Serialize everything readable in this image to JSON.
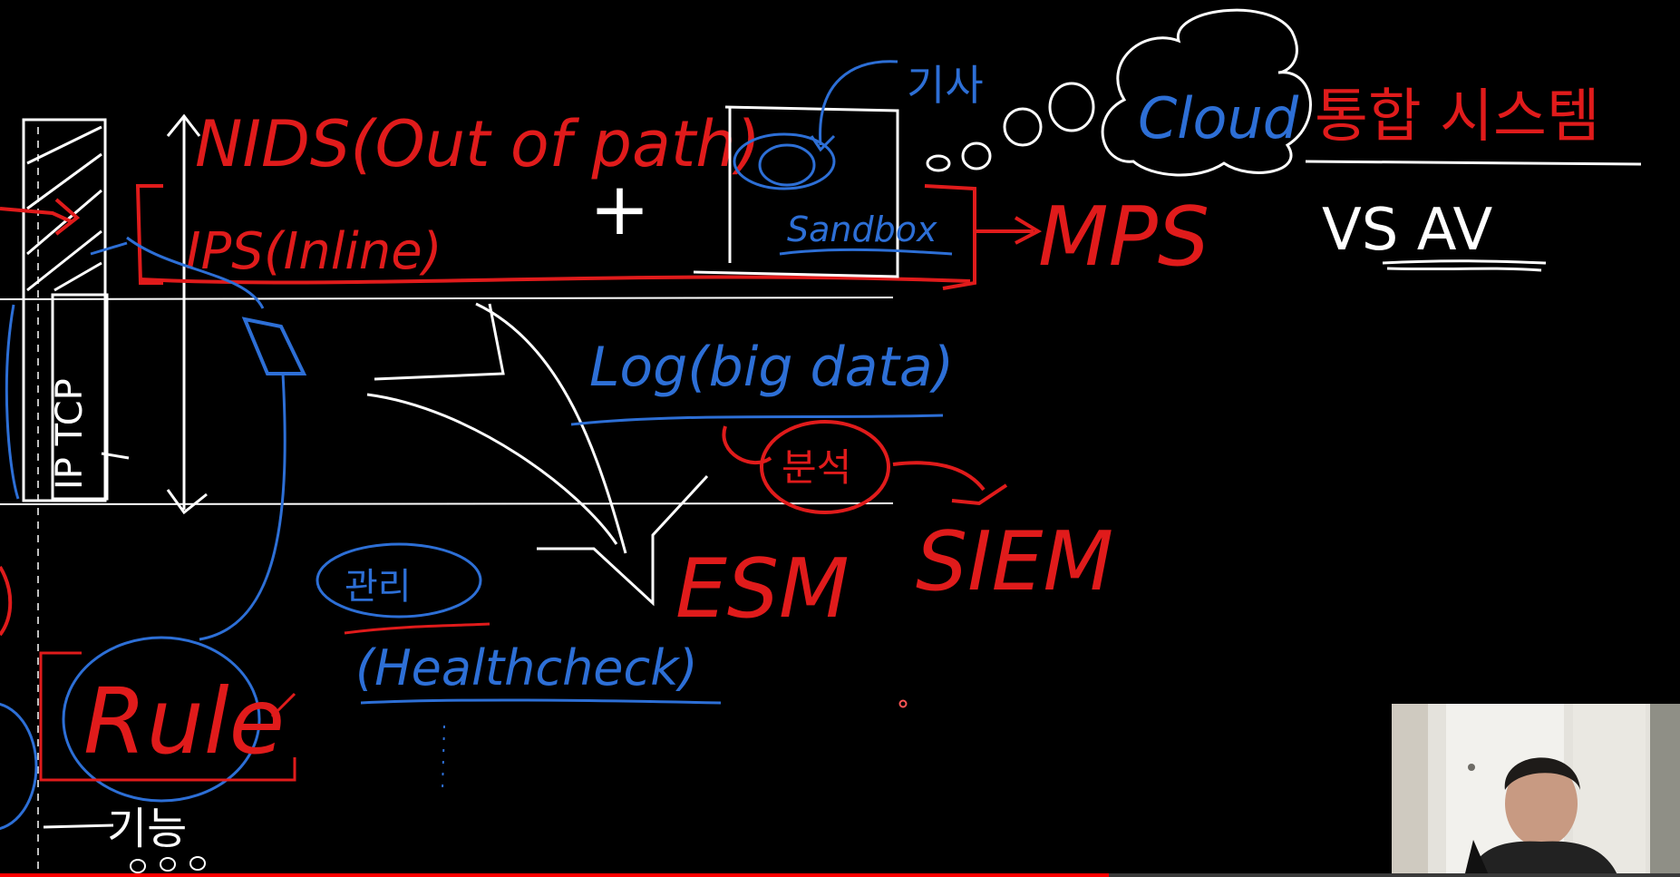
{
  "colors": {
    "background": "#000000",
    "red": "#e01b1b",
    "blue": "#2d6fd6",
    "white": "#ffffff"
  },
  "board": {
    "nids_label": "NIDS(Out of path)",
    "ips_label": "IPS(Inline)",
    "plus_label": "+",
    "sandbox_label": "Sandbox",
    "mps_label": "MPS",
    "cloud_label": "Cloud",
    "korean_top_left": "기사",
    "korean_red": "통합 시스템",
    "vs_av_label": "VS AV",
    "log_label": "Log(big data)",
    "korean_circle": "분석",
    "siem_label": "SIEM",
    "esm_label": "ESM",
    "korean_blue_circle": "관리",
    "healthcheck_label": "(Healthcheck)",
    "rule_label": "Rule",
    "ip_tcp_label": "IP TCP",
    "korean_bottom": "기능"
  },
  "video": {
    "progress_fraction": 0.66
  }
}
